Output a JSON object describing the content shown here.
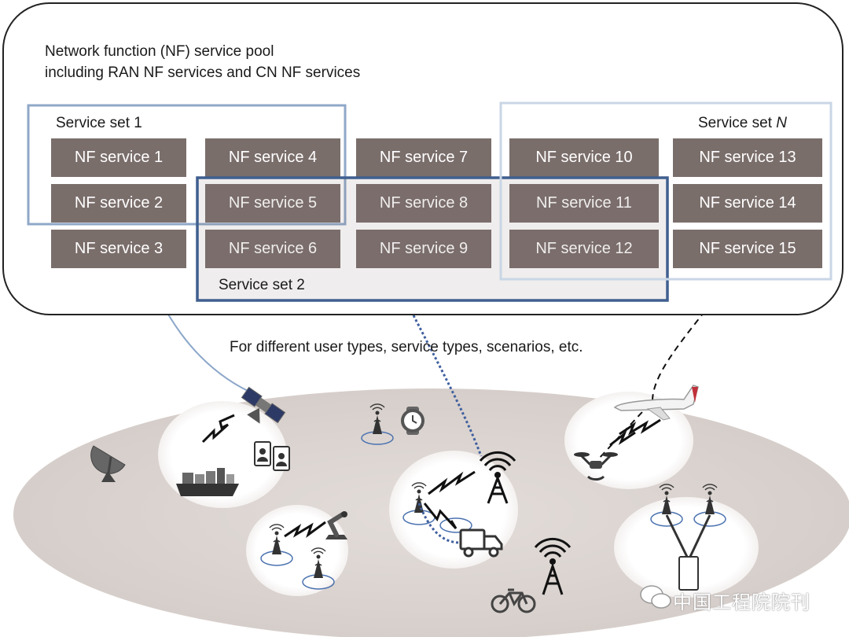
{
  "pool": {
    "title_line1": "Network function (NF) service pool",
    "title_line2": "including RAN NF services and CN NF services"
  },
  "nf_services": [
    "NF service 1",
    "NF service 2",
    "NF service 3",
    "NF service 4",
    "NF service 5",
    "NF service 6",
    "NF service 7",
    "NF service 8",
    "NF service 9",
    "NF service 10",
    "NF service 11",
    "NF service 12",
    "NF service 13",
    "NF service 14",
    "NF service 15"
  ],
  "service_sets": {
    "set1": "Service set 1",
    "set2": "Service set 2",
    "setN_prefix": "Service set ",
    "setN_var": "N"
  },
  "caption": "For different user types, service types, scenarios, etc.",
  "watermark": "中国工程院院刊",
  "colors": {
    "nf_box": "#7a6e6b",
    "set1_border": "#8fa8c8",
    "set2_border": "#3f5f8f",
    "setN_border": "#c9d6e6",
    "ground": "#ddd6d3"
  },
  "icons": [
    "satellite-icon",
    "satellite-dish-icon",
    "ship-icon",
    "video-call-icon",
    "cell-tower-icon",
    "smartwatch-icon",
    "robot-arm-icon",
    "truck-icon",
    "bicycle-icon",
    "airplane-icon",
    "drone-icon",
    "lightning-icon",
    "wechat-icon"
  ]
}
